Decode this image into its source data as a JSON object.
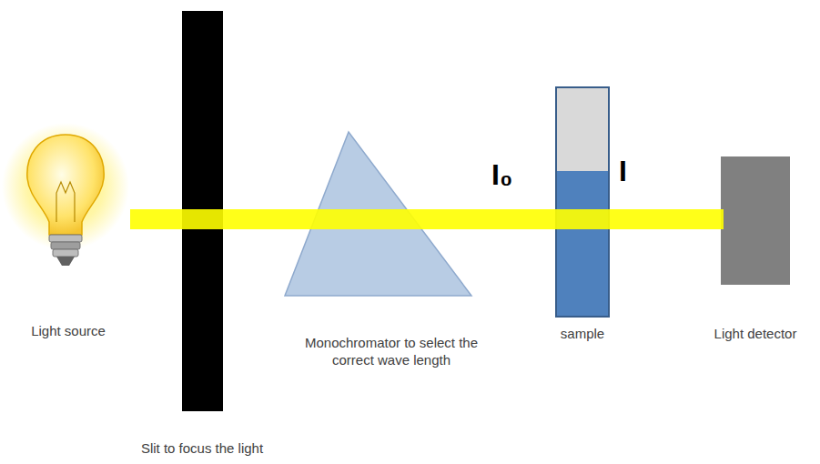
{
  "diagram": {
    "labels": [
      "Light source",
      "Slit to focus the light",
      "Monochromator to select the correct wave length",
      "I₀",
      "I",
      "sample",
      "Light detector"
    ]
  }
}
